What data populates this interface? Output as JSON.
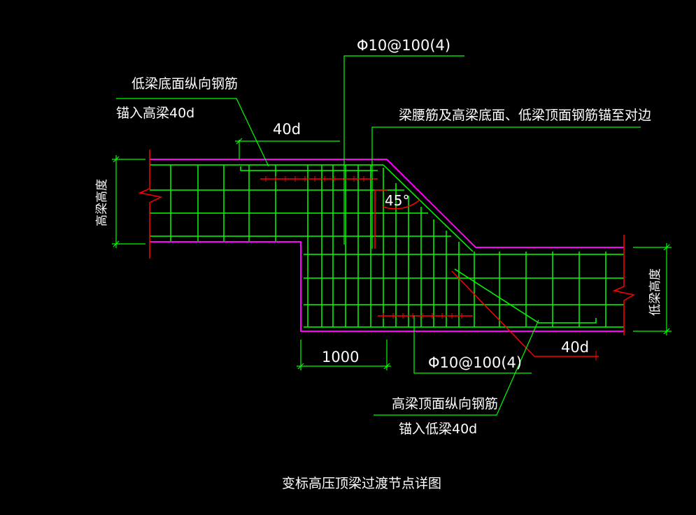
{
  "title": "变标高压顶梁过渡节点详图",
  "labels": {
    "stirrup_top": "Φ10@100(4)",
    "stirrup_bottom": "Φ10@100(4)",
    "low_beam_bottom_line1": "低梁底面纵向钢筋",
    "low_beam_bottom_line2": "锚入高梁40d",
    "waist_bars": "梁腰筋及高梁底面、低梁顶面钢筋锚至对边",
    "anchor_40d_top": "40d",
    "anchor_40d_bottom": "40d",
    "angle": "45°",
    "dim_1000": "1000",
    "high_beam_top_line1": "高梁顶面纵向钢筋",
    "high_beam_top_line2": "锚入低梁40d",
    "high_beam_height": "高梁高度",
    "low_beam_height": "低梁高度"
  },
  "colors": {
    "background": "#000000",
    "outline": "#ff00ff",
    "rebar": "#00ff00",
    "dimension": "#00ff00",
    "leader": "#00ff00",
    "anchor": "#ff0000",
    "text": "#ffffff"
  }
}
